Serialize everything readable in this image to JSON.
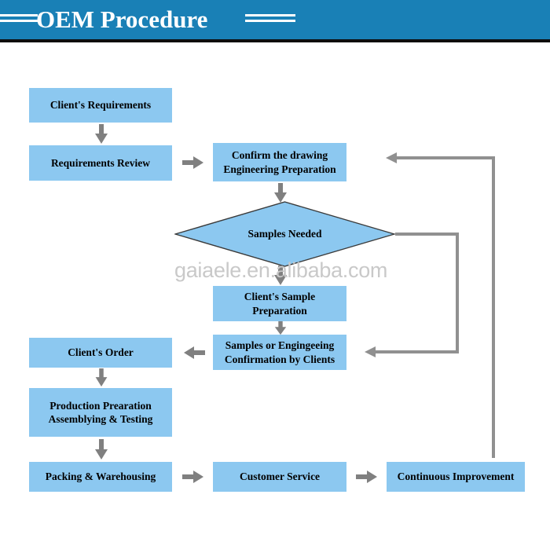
{
  "header": {
    "title": "OEM Procedure",
    "banner_color": "#1980b6",
    "title_color": "#ffffff",
    "rule_color": "#ffffff",
    "underline_color": "#0d0d0d"
  },
  "theme": {
    "node_fill": "#8cc8f0",
    "node_text": "#000000",
    "diamond_fill": "#8cc8f0",
    "diamond_stroke": "#3a3a3a",
    "arrow_color": "#808080",
    "connector_color": "#909090",
    "background": "#ffffff"
  },
  "watermark": {
    "text": "gaiaele.en.alibaba.com",
    "color": "#c9c9c9"
  },
  "chart_data": {
    "type": "diagram",
    "title": "OEM Procedure",
    "subtype": "flowchart",
    "nodes": [
      {
        "id": "clients-requirements",
        "shape": "process",
        "label": "Client's Requirements"
      },
      {
        "id": "requirements-review",
        "shape": "process",
        "label": "Requirements Review"
      },
      {
        "id": "confirm-drawing",
        "shape": "process",
        "label": "Confirm the drawing\nEngineering Preparation"
      },
      {
        "id": "samples-needed",
        "shape": "decision",
        "label": "Samples Needed"
      },
      {
        "id": "clients-sample-prep",
        "shape": "process",
        "label": "Client's Sample\nPreparation"
      },
      {
        "id": "samples-confirmation",
        "shape": "process",
        "label": "Samples or Engingeeing\nConfirmation by Clients"
      },
      {
        "id": "clients-order",
        "shape": "process",
        "label": "Client's Order"
      },
      {
        "id": "production-preparation",
        "shape": "process",
        "label": "Production Prearation\nAssemblying & Testing"
      },
      {
        "id": "packing-warehousing",
        "shape": "process",
        "label": "Packing & Warehousing"
      },
      {
        "id": "customer-service",
        "shape": "process",
        "label": "Customer Service"
      },
      {
        "id": "continuous-improvement",
        "shape": "process",
        "label": "Continuous Improvement"
      }
    ],
    "edges": [
      {
        "from": "clients-requirements",
        "to": "requirements-review",
        "direction": "down"
      },
      {
        "from": "requirements-review",
        "to": "confirm-drawing",
        "direction": "right"
      },
      {
        "from": "confirm-drawing",
        "to": "samples-needed",
        "direction": "down"
      },
      {
        "from": "samples-needed",
        "to": "clients-sample-prep",
        "direction": "down"
      },
      {
        "from": "clients-sample-prep",
        "to": "samples-confirmation",
        "direction": "down"
      },
      {
        "from": "samples-needed",
        "to": "samples-confirmation",
        "direction": "right-down-left"
      },
      {
        "from": "samples-confirmation",
        "to": "clients-order",
        "direction": "left"
      },
      {
        "from": "clients-order",
        "to": "production-preparation",
        "direction": "down"
      },
      {
        "from": "production-preparation",
        "to": "packing-warehousing",
        "direction": "down"
      },
      {
        "from": "packing-warehousing",
        "to": "customer-service",
        "direction": "right"
      },
      {
        "from": "customer-service",
        "to": "continuous-improvement",
        "direction": "right"
      },
      {
        "from": "continuous-improvement",
        "to": "confirm-drawing",
        "direction": "up-left-feedback"
      }
    ]
  }
}
